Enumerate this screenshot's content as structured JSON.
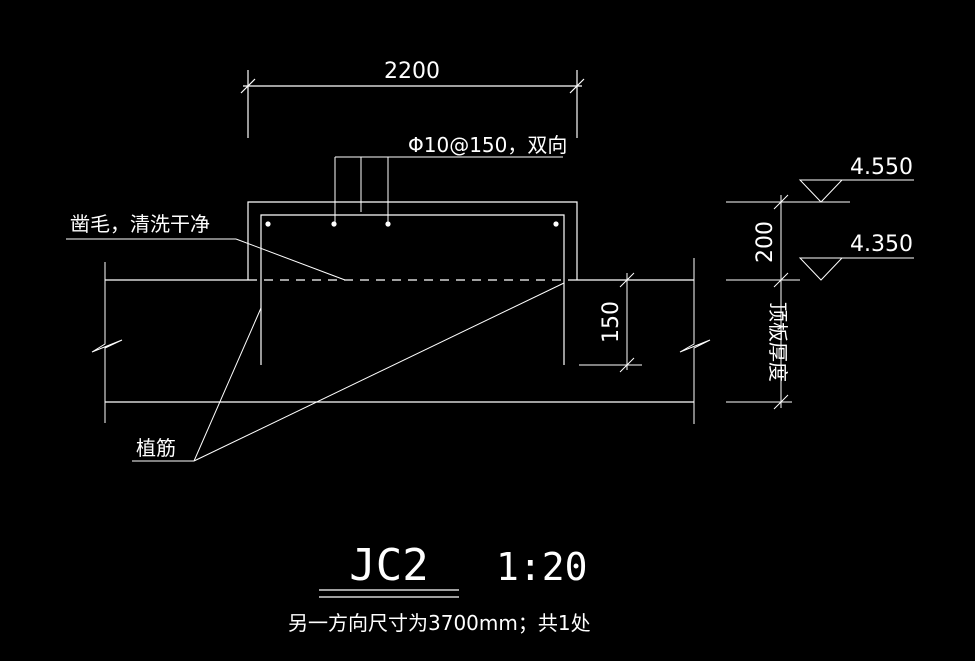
{
  "drawing": {
    "dim_width": "2200",
    "rebar_label": "Φ10@150，双向",
    "roughen_label": "凿毛，清洗干净",
    "anchor_label": "植筋",
    "dim_depth": "150",
    "dim_height": "200",
    "level_top": "4.550",
    "level_bottom": "4.350",
    "slab_label": "顶板厚度",
    "title": "JC2",
    "scale": "1:20",
    "note": "另一方向尺寸为3700mm；共1处"
  },
  "colors": {
    "background": "#000000",
    "line": "#ffffff"
  }
}
